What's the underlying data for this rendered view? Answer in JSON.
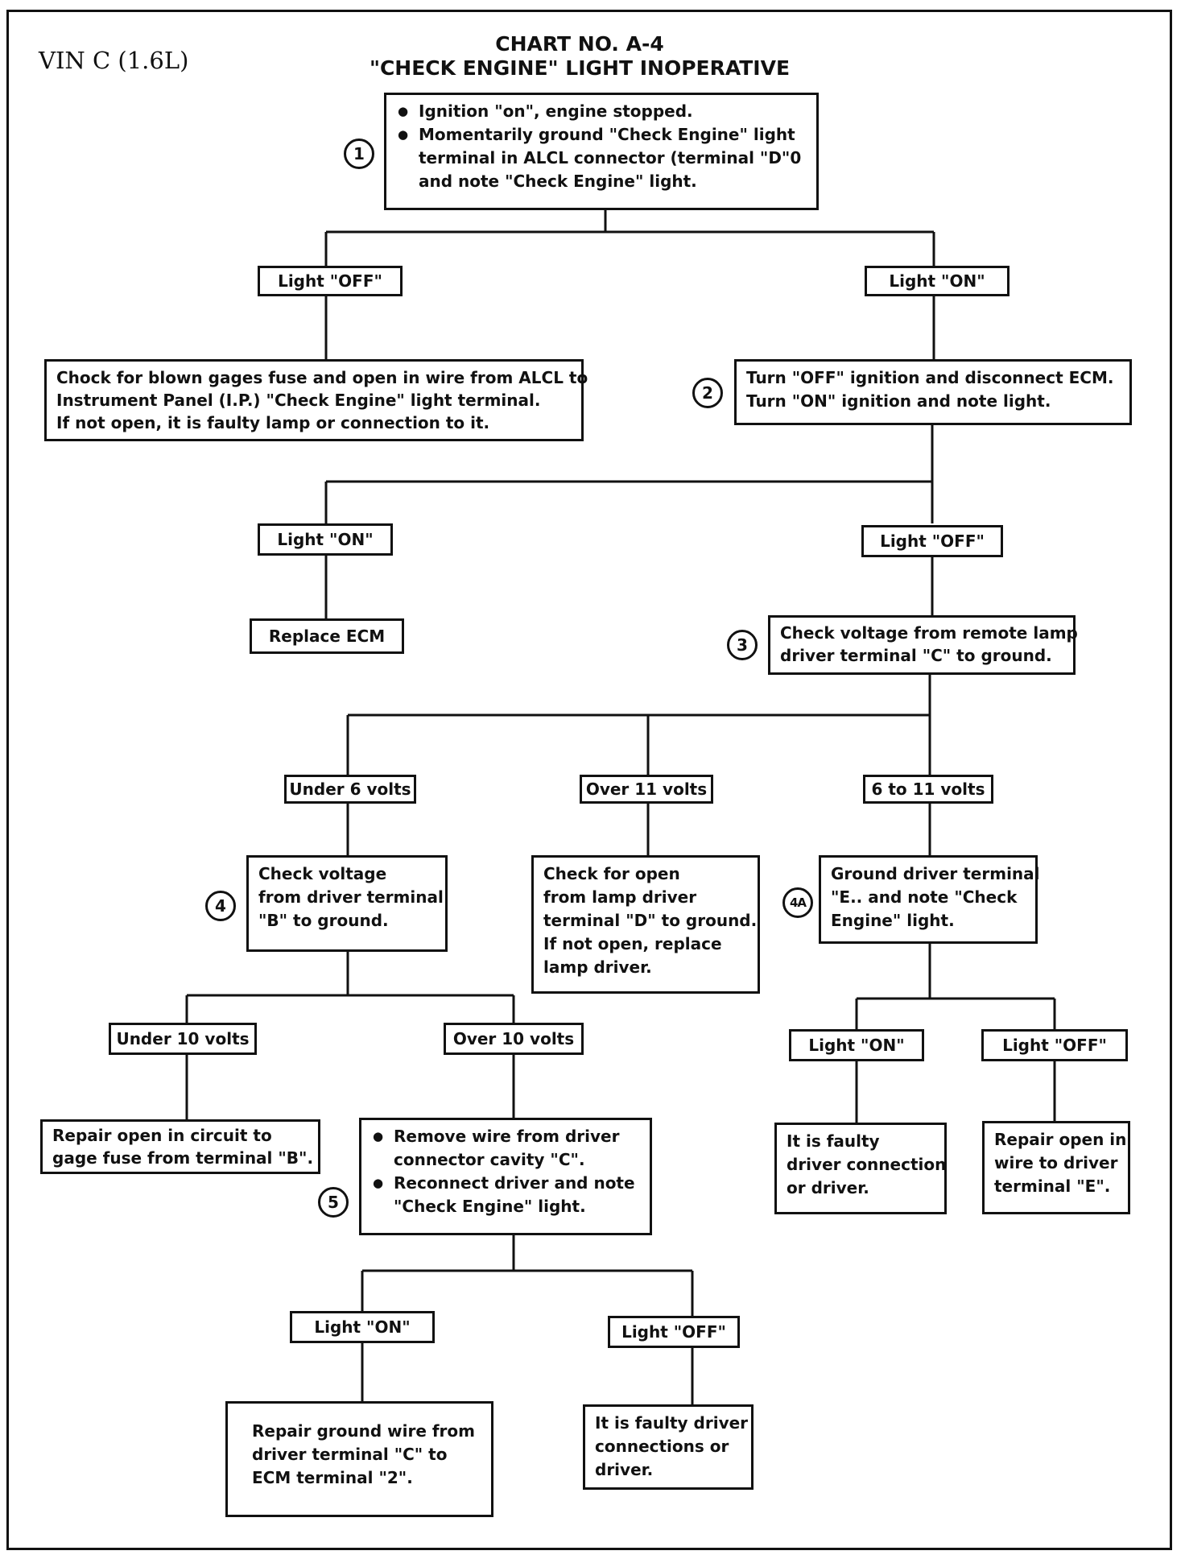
{
  "header": {
    "vin": "VIN  C  (1.6L)",
    "title_line1": "CHART NO. A-4",
    "title_line2": "\"CHECK ENGINE\" LIGHT INOPERATIVE"
  },
  "steps": {
    "s1": "1",
    "s2": "2",
    "s3": "3",
    "s4": "4",
    "s4a": "4A",
    "s5": "5"
  },
  "nodes": {
    "step1": {
      "bullets": [
        "Ignition \"on\", engine stopped.",
        "Momentarily ground \"Check Engine\" light terminal in ALCL connector (terminal \"D\"0 and note \"Check Engine\" light."
      ]
    },
    "light_off_1": "Light \"OFF\"",
    "light_on_1": "Light \"ON\"",
    "check_fuse": {
      "lines": [
        "Chock for blown gages fuse and open in wire from ALCL to",
        "Instrument Panel (I.P.) \"Check Engine\" light terminal.",
        "If not open, it is faulty lamp or connection to it."
      ]
    },
    "step2": {
      "lines": [
        "Turn \"OFF\" ignition and disconnect ECM.",
        "Turn \"ON\" ignition and note light."
      ]
    },
    "light_on_2": "Light \"ON\"",
    "light_off_2": "Light \"OFF\"",
    "replace_ecm": "Replace ECM",
    "step3": {
      "lines": [
        "Check voltage from remote lamp",
        "driver terminal \"C\" to ground."
      ]
    },
    "under_6": "Under 6 volts",
    "over_11": "Over 11 volts",
    "six_to_11": "6 to 11 volts",
    "step4": {
      "lines": [
        "Check voltage",
        "from driver terminal",
        "\"B\" to ground."
      ]
    },
    "check_open": {
      "lines": [
        "Check for open",
        "from lamp driver",
        "terminal \"D\" to ground.",
        "If not open, replace",
        "lamp driver."
      ]
    },
    "step4a": {
      "lines": [
        "Ground driver terminal",
        "\"E.. and note \"Check",
        "Engine\" light."
      ]
    },
    "under_10": "Under 10 volts",
    "over_10": "Over 10 volts",
    "light_on_4a": "Light \"ON\"",
    "light_off_4a": "Light \"OFF\"",
    "repair_b": {
      "lines": [
        "Repair open in circuit to",
        "gage fuse from terminal \"B\"."
      ]
    },
    "step5": {
      "bullets": [
        "Remove wire from driver connector cavity \"C\".",
        "Reconnect driver and note \"Check Engine\" light."
      ]
    },
    "faulty_conn_4a": {
      "lines": [
        "It is faulty",
        "driver connection",
        "or driver."
      ]
    },
    "repair_e": {
      "lines": [
        "Repair open in",
        "wire to driver",
        "terminal \"E\"."
      ]
    },
    "light_on_5": "Light \"ON\"",
    "light_off_5": "Light \"OFF\"",
    "repair_ground": {
      "lines": [
        "Repair ground wire from",
        "driver terminal \"C\" to",
        "ECM terminal \"2\"."
      ]
    },
    "faulty_conn_5": {
      "lines": [
        "It is faulty driver",
        "connections or",
        "driver."
      ]
    }
  }
}
